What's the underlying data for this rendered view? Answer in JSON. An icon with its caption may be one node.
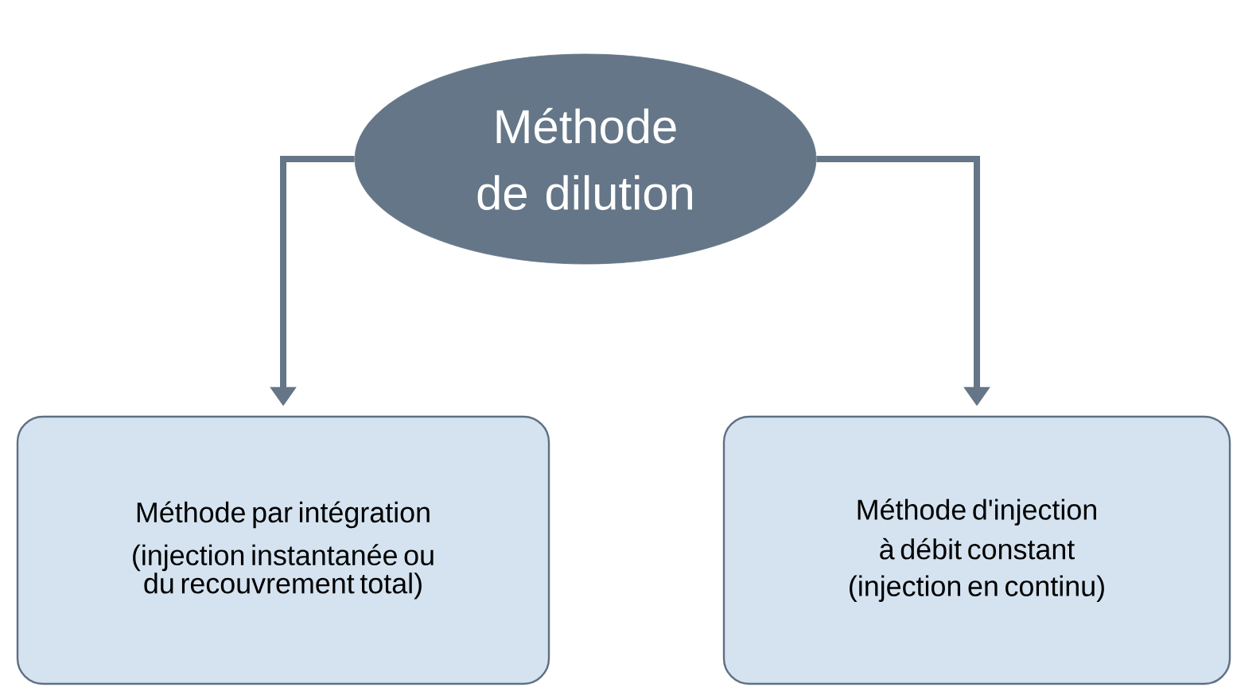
{
  "diagram": {
    "nodes": [
      {
        "text": [
          "Méthode de dilution"
        ]
      },
      {
        "text": [
          "Méthode par intégration",
          "(injection instantanée ou du recouvrement total)"
        ]
      },
      {
        "text": [
          "Méthode d'injection à débit constant",
          "(injection en continu)"
        ]
      }
    ],
    "edges": [
      {
        "from": 0,
        "to": 1,
        "arrow": "to"
      },
      {
        "from": 0,
        "to": 2,
        "arrow": "to"
      }
    ]
  }
}
